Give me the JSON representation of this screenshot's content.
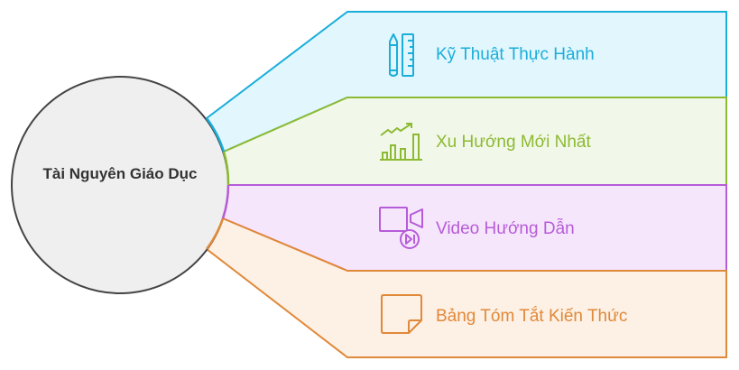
{
  "center": {
    "title": "Tài Nguyên Giáo Dục"
  },
  "branches": [
    {
      "label": "Kỹ Thuật Thực Hành",
      "icon": "pencil-ruler-icon",
      "color": "#1aaedb",
      "fill": "#e2f6fd"
    },
    {
      "label": "Xu Hướng Mới Nhất",
      "icon": "trend-chart-icon",
      "color": "#8cba33",
      "fill": "#f2f8e9"
    },
    {
      "label": "Video Hướng Dẫn",
      "icon": "video-camera-icon",
      "color": "#b65cd8",
      "fill": "#f6e6fc"
    },
    {
      "label": "Bảng Tóm Tắt Kiến Thức",
      "icon": "sticky-note-icon",
      "color": "#e0893a",
      "fill": "#fdf0e4"
    }
  ]
}
